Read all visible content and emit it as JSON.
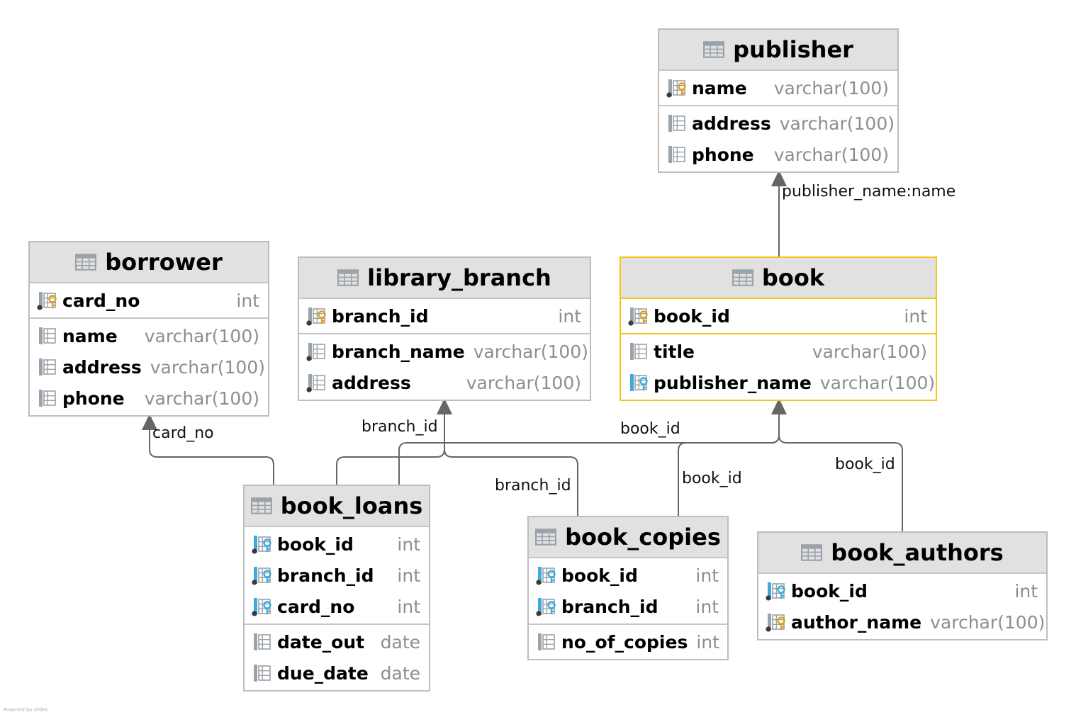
{
  "diagram": {
    "watermark": "Powered by yFiles",
    "tables": [
      {
        "key": "publisher",
        "name": "publisher",
        "selected": false,
        "groups": [
          [
            {
              "name": "name",
              "type": "varchar(100)",
              "icon": "primary-key-icon"
            }
          ],
          [
            {
              "name": "address",
              "type": "varchar(100)",
              "icon": "column-icon"
            },
            {
              "name": "phone",
              "type": "varchar(100)",
              "icon": "column-icon"
            }
          ]
        ]
      },
      {
        "key": "borrower",
        "name": "borrower",
        "selected": false,
        "groups": [
          [
            {
              "name": "card_no",
              "type": "int",
              "icon": "primary-key-icon"
            }
          ],
          [
            {
              "name": "name",
              "type": "varchar(100)",
              "icon": "column-icon"
            },
            {
              "name": "address",
              "type": "varchar(100)",
              "icon": "column-icon"
            },
            {
              "name": "phone",
              "type": "varchar(100)",
              "icon": "column-icon"
            }
          ]
        ]
      },
      {
        "key": "library_branch",
        "name": "library_branch",
        "selected": false,
        "groups": [
          [
            {
              "name": "branch_id",
              "type": "int",
              "icon": "primary-key-icon"
            }
          ],
          [
            {
              "name": "branch_name",
              "type": "varchar(100)",
              "icon": "not-null-column-icon"
            },
            {
              "name": "address",
              "type": "varchar(100)",
              "icon": "not-null-column-icon"
            }
          ]
        ]
      },
      {
        "key": "book",
        "name": "book",
        "selected": true,
        "groups": [
          [
            {
              "name": "book_id",
              "type": "int",
              "icon": "primary-key-icon"
            }
          ],
          [
            {
              "name": "title",
              "type": "varchar(100)",
              "icon": "column-icon"
            },
            {
              "name": "publisher_name",
              "type": "varchar(100)",
              "icon": "foreign-key-icon"
            }
          ]
        ]
      },
      {
        "key": "book_loans",
        "name": "book_loans",
        "selected": false,
        "groups": [
          [
            {
              "name": "book_id",
              "type": "int",
              "icon": "primary-foreign-key-icon"
            },
            {
              "name": "branch_id",
              "type": "int",
              "icon": "primary-foreign-key-icon"
            },
            {
              "name": "card_no",
              "type": "int",
              "icon": "primary-foreign-key-icon"
            }
          ],
          [
            {
              "name": "date_out",
              "type": "date",
              "icon": "column-icon"
            },
            {
              "name": "due_date",
              "type": "date",
              "icon": "column-icon"
            }
          ]
        ]
      },
      {
        "key": "book_copies",
        "name": "book_copies",
        "selected": false,
        "groups": [
          [
            {
              "name": "book_id",
              "type": "int",
              "icon": "primary-foreign-key-icon"
            },
            {
              "name": "branch_id",
              "type": "int",
              "icon": "primary-foreign-key-icon"
            }
          ],
          [
            {
              "name": "no_of_copies",
              "type": "int",
              "icon": "column-icon"
            }
          ]
        ]
      },
      {
        "key": "book_authors",
        "name": "book_authors",
        "selected": false,
        "groups": [
          [
            {
              "name": "book_id",
              "type": "int",
              "icon": "primary-foreign-key-icon"
            },
            {
              "name": "author_name",
              "type": "varchar(100)",
              "icon": "primary-key-icon"
            }
          ]
        ]
      }
    ],
    "relationships": [
      {
        "key": "book-publisher",
        "from": "book",
        "to": "publisher",
        "label": "publisher_name:name"
      },
      {
        "key": "loans-borrower",
        "from": "book_loans",
        "to": "borrower",
        "label": "card_no"
      },
      {
        "key": "loans-branch",
        "from": "book_loans",
        "to": "library_branch",
        "label": "branch_id"
      },
      {
        "key": "copies-branch",
        "from": "book_copies",
        "to": "library_branch",
        "label": "branch_id"
      },
      {
        "key": "loans-book",
        "from": "book_loans",
        "to": "book",
        "label": "book_id"
      },
      {
        "key": "copies-book",
        "from": "book_copies",
        "to": "book",
        "label": "book_id"
      },
      {
        "key": "authors-book",
        "from": "book_authors",
        "to": "book",
        "label": "book_id"
      }
    ]
  }
}
